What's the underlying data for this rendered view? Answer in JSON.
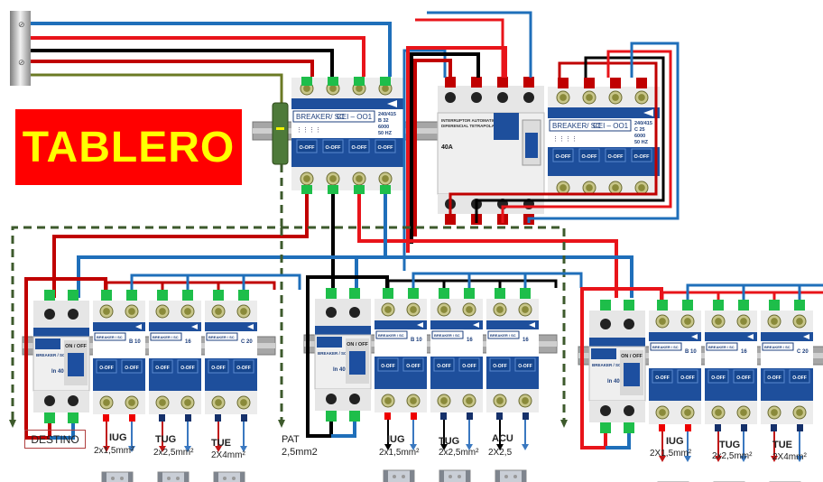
{
  "title": "TABLERO",
  "colors": {
    "phase_red": "#e8141a",
    "phase_dark_red": "#c00000",
    "neutral_blue": "#1f6fba",
    "black": "#000000",
    "earth_green": "#3d5a2c",
    "title_bg": "#ff0000",
    "title_text": "#ffff00",
    "breaker_blue": "#1e4f9c",
    "terminal_green": "#1ebe4a"
  },
  "main_panel": {
    "main_breaker": {
      "label": "BREAKER/ SC",
      "code": "CEI – OO1",
      "specs": [
        "240/415",
        "B 32",
        "6000",
        "50 HZ"
      ],
      "switch_label": "O-OFF",
      "poles": 4
    },
    "differential": {
      "line1": "INTERRUPTOR AUTOMATICO",
      "line2": "DIFERENCIAL TETRAPOLAR",
      "rating": "40A"
    },
    "second_breaker": {
      "label": "BREAKER/ SC",
      "code": "CEI – OO1",
      "specs": [
        "240/415",
        "C 25",
        "6000",
        "50 HZ"
      ],
      "switch_label": "O-OFF"
    }
  },
  "sub_panels": [
    {
      "id": "left",
      "differential": {
        "label": "BREAKER / SC",
        "on_off": "ON / OFF",
        "rating": "In 40"
      },
      "breakers": [
        {
          "spec": "B 10",
          "switch_label": "O-OFF"
        },
        {
          "spec": "16",
          "switch_label": "O-OFF"
        },
        {
          "spec": "C 20",
          "switch_label": "O-OFF"
        }
      ],
      "circuits": [
        {
          "name": "IUG",
          "cable": "2x1,5mm²"
        },
        {
          "name": "TUG",
          "cable": "2x2,5mm²"
        },
        {
          "name": "TUE",
          "cable": "2X4mm²"
        }
      ],
      "note": "DESTINO"
    },
    {
      "id": "center",
      "differential": {
        "label": "BREAKER / SC",
        "on_off": "ON / OFF",
        "rating": "In 40"
      },
      "breakers": [
        {
          "spec": "B 10",
          "switch_label": "O-OFF"
        },
        {
          "spec": "16",
          "switch_label": "O-OFF"
        },
        {
          "spec": "16",
          "switch_label": "O-OFF"
        }
      ],
      "circuits": [
        {
          "name": "IUG",
          "cable": "2x1,5mm²"
        },
        {
          "name": "TUG",
          "cable": "2x2,5mm²"
        },
        {
          "name": "ACU",
          "cable": "2X2,5"
        }
      ],
      "note_line1": "PAT",
      "note_line2": "2,5mm2"
    },
    {
      "id": "right",
      "differential": {
        "label": "BREAKER / SC",
        "on_off": "ON / OFF",
        "rating": "In 40"
      },
      "breakers": [
        {
          "spec": "B 10",
          "switch_label": "O-OFF"
        },
        {
          "spec": "16",
          "switch_label": "O-OFF"
        },
        {
          "spec": "C 20",
          "switch_label": "O-OFF"
        }
      ],
      "circuits": [
        {
          "name": "IUG",
          "cable": "2X1,5mm²"
        },
        {
          "name": "TUG",
          "cable": "2x2,5mm²"
        },
        {
          "name": "TUE",
          "cable": "2X4mm²"
        }
      ]
    }
  ]
}
